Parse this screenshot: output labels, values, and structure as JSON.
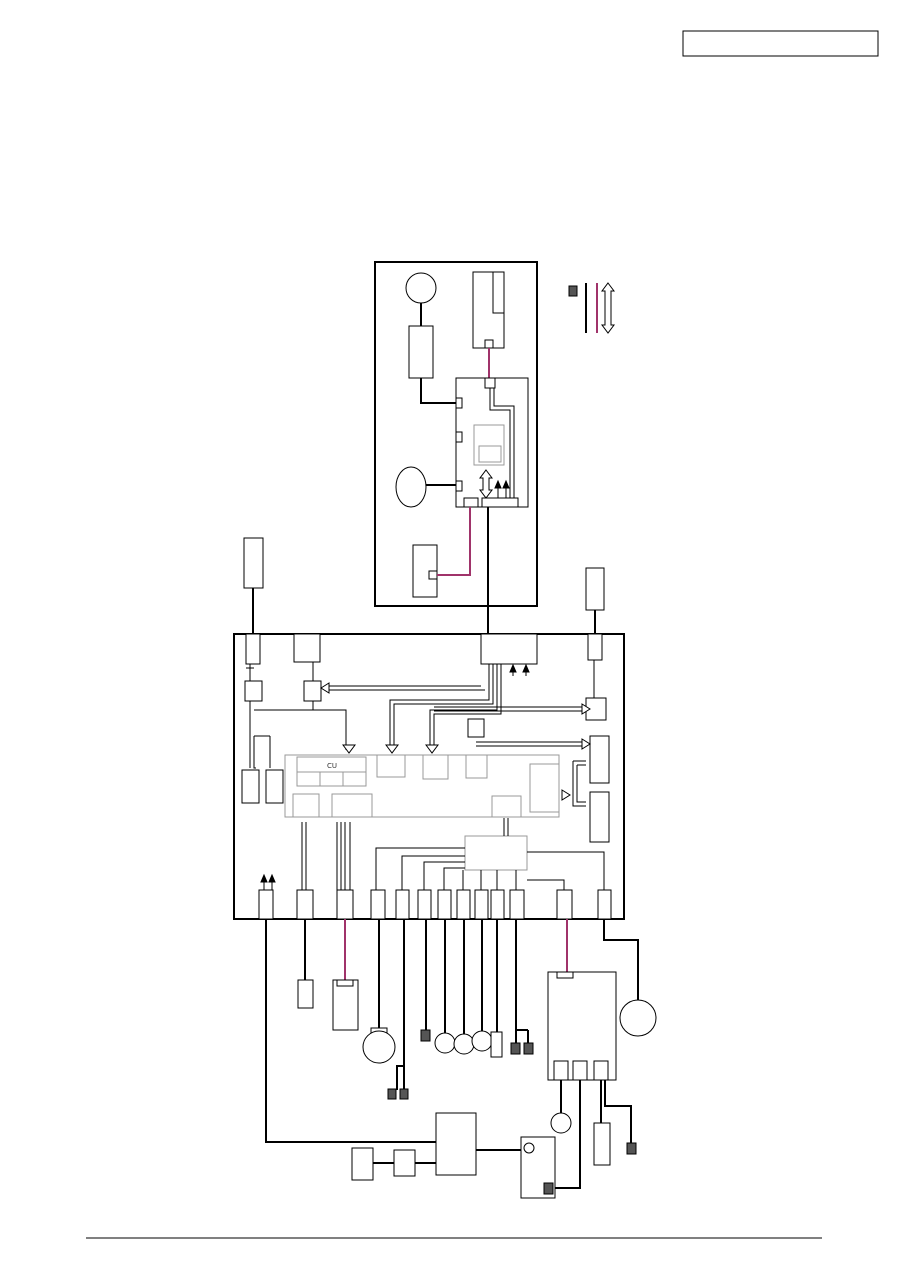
{
  "header": {
    "box_text": ""
  },
  "legend": {
    "items": [
      {
        "icon": "connector-square-icon",
        "color": "#555555"
      },
      {
        "icon": "power-line",
        "color": "#000000"
      },
      {
        "icon": "signal-line",
        "color": "#a0336a"
      },
      {
        "icon": "bus-double-arrow",
        "color": "#000000"
      }
    ]
  },
  "main_board": {
    "cpu_label": "CU"
  },
  "colors": {
    "line": "#000000",
    "accent_line": "#a0336a",
    "connector": "#555555"
  }
}
